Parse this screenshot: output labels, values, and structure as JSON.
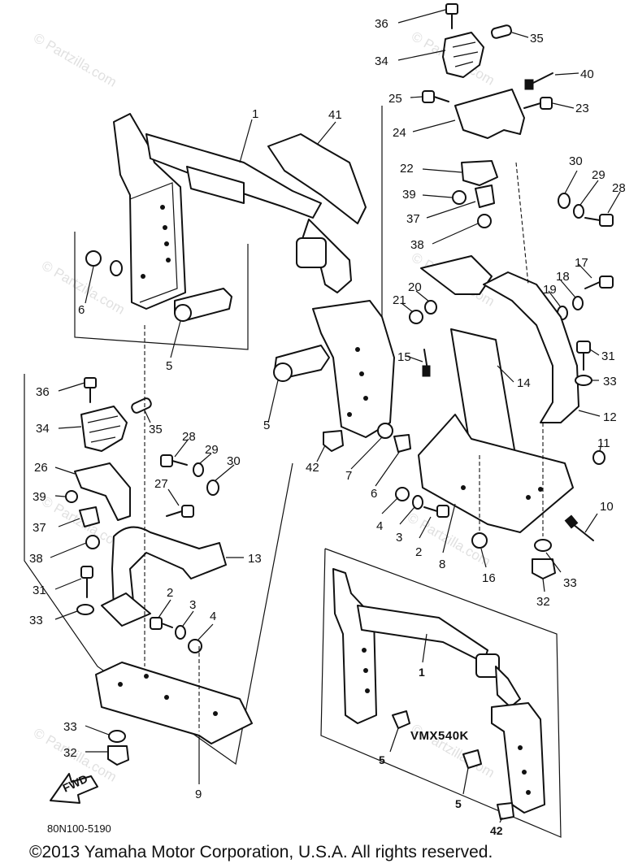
{
  "watermark": "© Partzilla.com",
  "fwd_label": "FWD",
  "model_label": "VMX540K",
  "ref_code": "80N100-5190",
  "copyright": "©2013 Yamaha Motor Corporation, U.S.A. All rights reserved.",
  "callouts": {
    "c36a": "36",
    "c35a": "35",
    "c34a": "34",
    "c40": "40",
    "c25": "25",
    "c23": "23",
    "c24": "24",
    "c41": "41",
    "c1a": "1",
    "c22": "22",
    "c39a": "39",
    "c37a": "37",
    "c38a": "38",
    "c30a": "30",
    "c29a": "29",
    "c28a": "28",
    "c6a": "6",
    "c17": "17",
    "c18": "18",
    "c19": "19",
    "c20": "20",
    "c21": "21",
    "c5a": "5",
    "c15": "15",
    "c31a": "31",
    "c33a": "33",
    "c14": "14",
    "c12": "12",
    "c36b": "36",
    "c34b": "34",
    "c35b": "35",
    "c5b": "5",
    "c42a": "42",
    "c7": "7",
    "c6b": "6",
    "c11": "11",
    "c28b": "28",
    "c29b": "29",
    "c30b": "30",
    "c26": "26",
    "c27": "27",
    "c39b": "39",
    "c37b": "37",
    "c38b": "38",
    "c13": "13",
    "c4a": "4",
    "c3a": "3",
    "c2a": "2",
    "c8": "8",
    "c16": "16",
    "c10": "10",
    "c33b": "33",
    "c32a": "32",
    "c31b": "31",
    "c2b": "2",
    "c3b": "3",
    "c4b": "4",
    "c33c": "33",
    "c1b": "1",
    "c33d": "33",
    "c32b": "32",
    "c9": "9",
    "c5c": "5",
    "c5d": "5",
    "c42b": "42"
  }
}
